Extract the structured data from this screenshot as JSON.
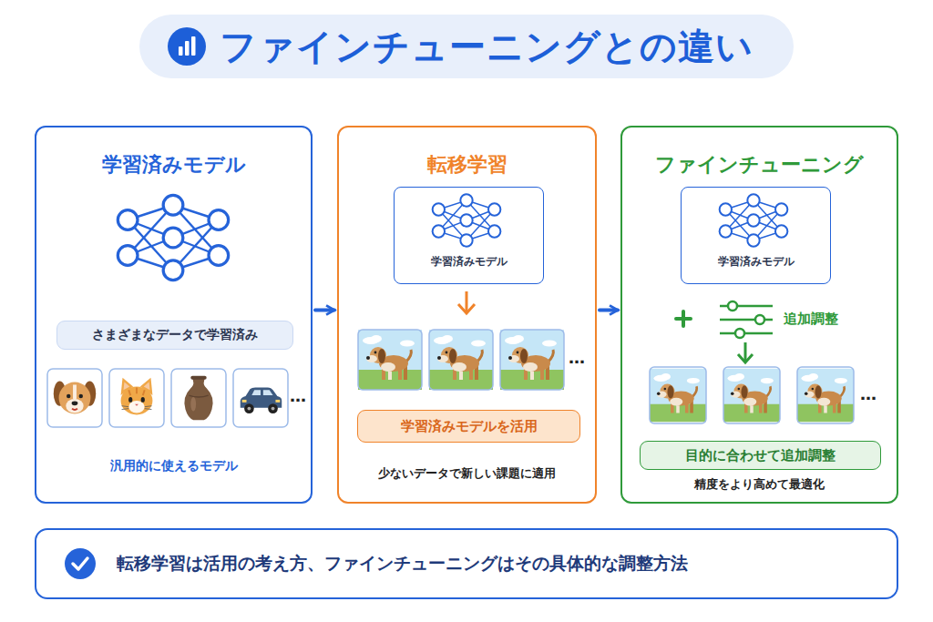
{
  "diagram": {
    "title": "ファインチューニングとの違い",
    "nodes": [
      {
        "text": [
          "学習済みモデル",
          "汎用的に使えるモデル"
        ]
      },
      {
        "text": [
          "さまざまなデータで学習済み"
        ],
        "in": 0
      },
      {
        "text": [
          "転移学習",
          "少ないデータで新しい課題に適用"
        ]
      },
      {
        "text": [
          "学習済みモデル"
        ],
        "in": 2
      },
      {
        "text": [
          "学習済みモデルを活用"
        ],
        "in": 2
      },
      {
        "text": [
          "ファインチューニング",
          "精度をより高めて最適化"
        ]
      },
      {
        "text": [
          "学習済みモデル"
        ],
        "in": 5
      },
      {
        "text": [
          "目的に合わせて追加調整"
        ],
        "in": 5
      },
      {
        "text": [
          "転移学習は活用の考え方、ファインチューニングはその具体的な調整方法"
        ]
      }
    ],
    "edges": [
      {
        "from": 0,
        "to": 2,
        "arrow": "to"
      },
      {
        "from": 2,
        "to": 5,
        "arrow": "to"
      }
    ],
    "labels": [
      "…",
      "…",
      "…",
      "追加調整"
    ]
  }
}
